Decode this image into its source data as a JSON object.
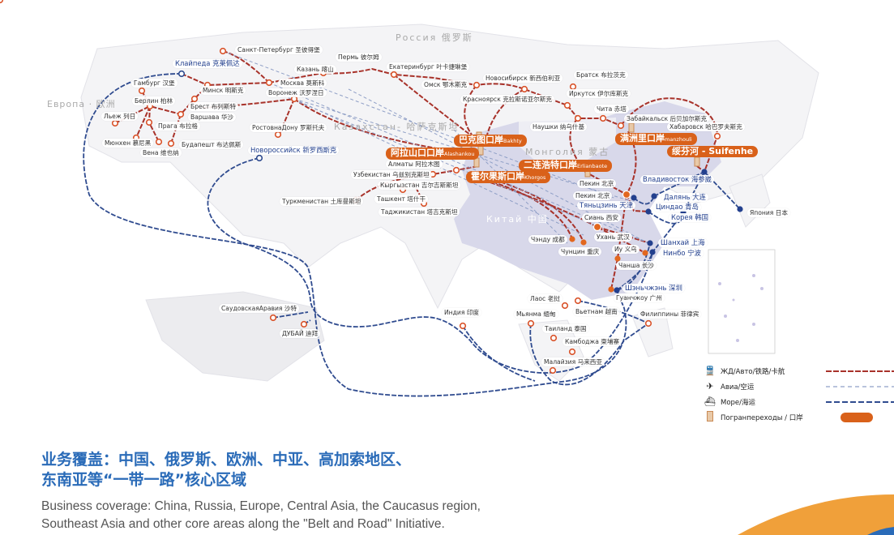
{
  "regions": {
    "russia": "Россия  俄罗斯",
    "europe": "Европа · 欧洲",
    "kazakhstan": "Казахстан- 哈萨克斯坦",
    "mongolia": "Монголия  蒙古",
    "china": "Китай  中国"
  },
  "cities": [
    {
      "name": "Санкт-Петербург 圣彼得堡",
      "marker": "ring"
    },
    {
      "name": "Клайпеда 克莱佩达",
      "marker": "blue-ring",
      "style": "blue"
    },
    {
      "name": "Казань 喀山",
      "marker": "ring"
    },
    {
      "name": "Пермь 彼尔姆",
      "marker": "none"
    },
    {
      "name": "Екатеринбург 叶卡捷琳堡",
      "marker": "ring"
    },
    {
      "name": "Омск 鄂木斯克",
      "marker": "ring"
    },
    {
      "name": "Новосибирск 新西伯利亚",
      "marker": "ring"
    },
    {
      "name": "Красноярск 克拉斯诺亚尔斯克",
      "marker": "none"
    },
    {
      "name": "Братск 布拉茨克",
      "marker": "ring"
    },
    {
      "name": "Иркутск 伊尔库斯克",
      "marker": "ring"
    },
    {
      "name": "Чита 赤塔",
      "marker": "ring"
    },
    {
      "name": "Наушки 纳乌什基",
      "marker": "ring"
    },
    {
      "name": "Забайкальск 后贝加尔斯克",
      "marker": "ring"
    },
    {
      "name": "Хабаровск 哈巴罗夫斯克",
      "marker": "ring"
    },
    {
      "name": "Гамбург 汉堡",
      "marker": "ring"
    },
    {
      "name": "Минск 明斯克",
      "marker": "ring"
    },
    {
      "name": "Москва 莫斯科",
      "marker": "ring"
    },
    {
      "name": "Воронеж 沃罗涅日",
      "marker": "ring"
    },
    {
      "name": "Берлин 柏林",
      "marker": "ring"
    },
    {
      "name": "Брест 布列斯特",
      "marker": "ring"
    },
    {
      "name": "Варшава 华沙",
      "marker": "ring"
    },
    {
      "name": "Льеж 列日",
      "marker": "ring"
    },
    {
      "name": "Прага 布拉格",
      "marker": "ring"
    },
    {
      "name": "Мюнхен 慕尼黑",
      "marker": "ring"
    },
    {
      "name": "Вена 维也纳",
      "marker": "ring"
    },
    {
      "name": "Будапешт 布达佩斯",
      "marker": "ring"
    },
    {
      "name": "РостовнаДону 罗斯托夫",
      "marker": "ring"
    },
    {
      "name": "Новороссийск 新罗西斯克",
      "marker": "blue-ring",
      "style": "blue"
    },
    {
      "name": "Алматы 阿拉木图",
      "marker": "ring"
    },
    {
      "name": "Узбекистан 乌兹别克斯坦",
      "marker": "ring"
    },
    {
      "name": "Кыргызстан 吉尔吉斯斯坦",
      "marker": "ring"
    },
    {
      "name": "Ташкент 塔什干",
      "marker": "ring"
    },
    {
      "name": "Туркменистан 土库曼斯坦",
      "marker": "ring"
    },
    {
      "name": "Таджикистан 塔吉克斯坦",
      "marker": "ring"
    },
    {
      "name": "Пекин 北京",
      "marker": "none"
    },
    {
      "name": "Пекин 北京",
      "marker": "star"
    },
    {
      "name": "Тяньцзинь 天津",
      "marker": "blue-dot",
      "style": "blue"
    },
    {
      "name": "Владивосток 海参崴",
      "marker": "blue-dot",
      "style": "blue"
    },
    {
      "name": "Далянь 大连",
      "marker": "blue-dot",
      "style": "blue"
    },
    {
      "name": "Циндао 青岛",
      "marker": "blue-dot",
      "style": "blue"
    },
    {
      "name": "Корея 韩国",
      "marker": "blue-dot",
      "style": "blue"
    },
    {
      "name": "Япония 日本",
      "marker": "blue-dot"
    },
    {
      "name": "Сиань 西安",
      "marker": "star"
    },
    {
      "name": "Ухань 武汉",
      "marker": "none"
    },
    {
      "name": "Чэнду 成都",
      "marker": "orange-dot"
    },
    {
      "name": "Чунцин 重庆",
      "marker": "orange-dot"
    },
    {
      "name": "Иу 义乌",
      "marker": "orange-dot"
    },
    {
      "name": "Шанхай 上海",
      "marker": "blue-dot",
      "style": "blue"
    },
    {
      "name": "Нинбо 宁波",
      "marker": "blue-dot",
      "style": "blue"
    },
    {
      "name": "Чанша 长沙",
      "marker": "orange-dot"
    },
    {
      "name": "Шэньчжэнь 深圳",
      "marker": "blue-dot",
      "style": "blue"
    },
    {
      "name": "Гуанчжоу 广州",
      "marker": "orange-dot"
    },
    {
      "name": "Лаос 老挝",
      "marker": "ring"
    },
    {
      "name": "Вьетнам 越南",
      "marker": "ring"
    },
    {
      "name": "Мьянма 缅甸",
      "marker": "ring"
    },
    {
      "name": "Филиппины 菲律宾",
      "marker": "ring"
    },
    {
      "name": "Таиланд 泰国",
      "marker": "ring"
    },
    {
      "name": "Камбоджа 柬埔寨",
      "marker": "ring"
    },
    {
      "name": "Малайзия 马来西亚",
      "marker": "ring"
    },
    {
      "name": "Индия 印度",
      "marker": "ring"
    },
    {
      "name": "СаудовскаяАравия 沙特",
      "marker": "ring"
    },
    {
      "name": "ДУБАЙ 迪拜",
      "marker": "ring"
    }
  ],
  "ports": [
    {
      "cn": "巴克图口岸",
      "en": "Bakhty"
    },
    {
      "cn": "阿拉山口口岸",
      "en": "Alashankou"
    },
    {
      "cn": "二连浩特口岸",
      "en": "Erlianbaote"
    },
    {
      "cn": "霍尔果斯口岸",
      "en": "Khorgos"
    },
    {
      "cn": "满洲里口岸",
      "en": "manzhouli"
    },
    {
      "cn": "绥芬河 - Suifenhe",
      "en": ""
    }
  ],
  "legend": [
    {
      "icon": "train-icon",
      "label": "ЖД/Авто/铁路/卡航",
      "line": "rail"
    },
    {
      "icon": "airplane-icon",
      "label": "Авиа/空运",
      "line": "air"
    },
    {
      "icon": "ship-icon",
      "label": "Море/海运",
      "line": "sea"
    },
    {
      "icon": "border-gate-icon",
      "label": "Погранпереходы / 口岸",
      "line": "port"
    }
  ],
  "colors": {
    "rail": "#a8322a",
    "air": "#8f9fc6",
    "sea": "#2f4b8f",
    "port": "#d9611a",
    "china": "#d8d8ea",
    "accent": "#f0a03a",
    "title": "#2a6bb8"
  },
  "caption": {
    "cn_line1": "业务覆盖：中国、俄罗斯、欧洲、中亚、高加索地区、",
    "cn_line2": "东南亚等“一带一路”核心区域",
    "en_line1": "Business coverage: China, Russia, Europe, Central Asia, the Caucasus region,",
    "en_line2": "Southeast Asia and other core areas along the \"Belt and Road\" Initiative."
  }
}
